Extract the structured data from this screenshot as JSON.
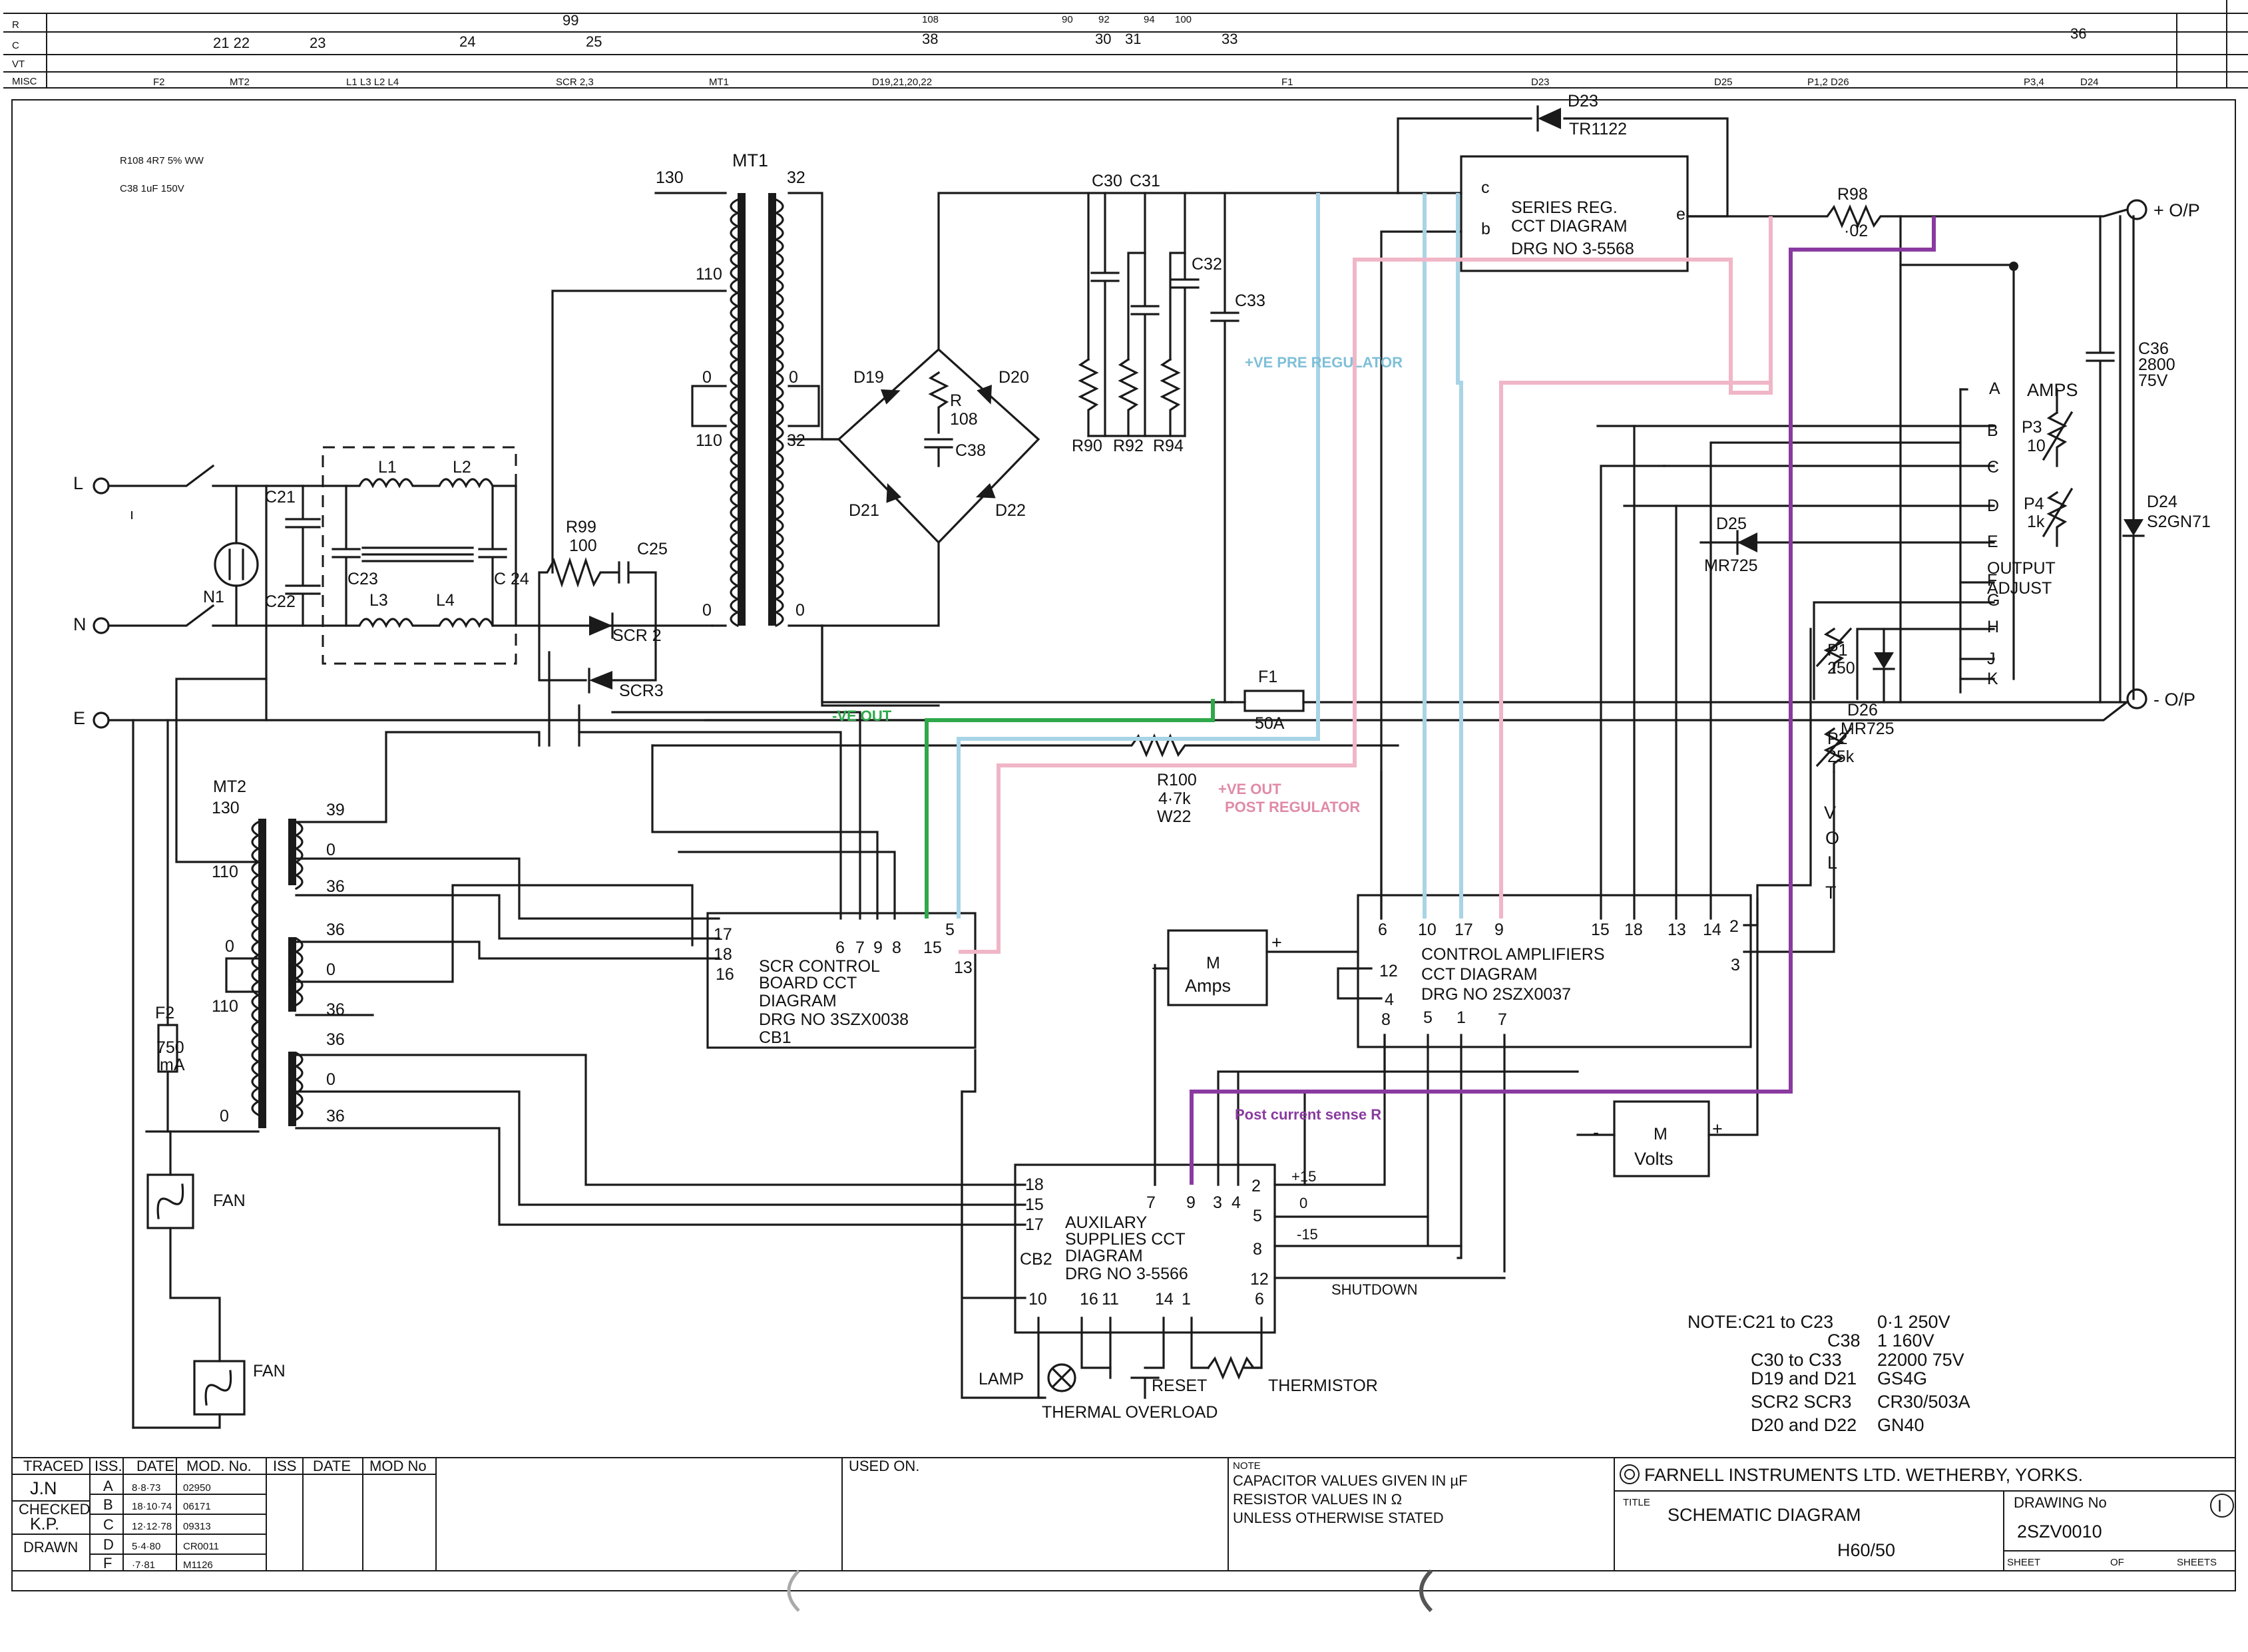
{
  "header": {
    "row_labels": [
      "R",
      "C",
      "VT",
      "MISC"
    ],
    "r_numbers": [
      "99",
      "108",
      "90",
      "92",
      "94",
      "100"
    ],
    "c_numbers": [
      "21 22",
      "23",
      "24",
      "25",
      "38",
      "30",
      "31",
      "33",
      "36"
    ],
    "misc_refs": [
      "F2",
      "MT2",
      "L1 L3  L2 L4",
      "SCR 2,3",
      "MT1",
      "D19,21,20,22",
      "F1",
      "D23",
      "D25",
      "P1,2  D26",
      "P3,4",
      "D24"
    ]
  },
  "handwritten_notes": [
    "R108 4R7 5% WW",
    "C38 1uF 150V"
  ],
  "annotations": {
    "pre_regulator": "+VE PRE REGULATOR",
    "ve_out": "-VE OUT",
    "post_regulator_1": "+VE OUT",
    "post_regulator_2": "POST REGULATOR",
    "current_sense": "Post current sense R",
    "colors": {
      "blue": "#a8d4e6",
      "green": "#2ea84a",
      "pink": "#f0b6c8",
      "purple": "#8a3aa0"
    }
  },
  "input": {
    "line": "L",
    "neutral": "N",
    "earth": "E",
    "neon": "N1"
  },
  "filter": {
    "caps": [
      "C21",
      "C22",
      "C23",
      "C 24"
    ],
    "chokes": [
      "L1",
      "L2",
      "L3",
      "L4"
    ]
  },
  "scr": {
    "r99": "R99",
    "r99_value": "100",
    "c25": "C25",
    "scr2": "SCR 2",
    "scr3": "SCR3"
  },
  "mt1": {
    "label": "MT1",
    "pins_left": [
      "130",
      "110",
      "0",
      "110",
      "0"
    ],
    "pins_right": [
      "32",
      "0",
      "32",
      "0"
    ]
  },
  "bridge": {
    "diodes": [
      "D19",
      "D20",
      "D21",
      "D22"
    ],
    "r108": "R",
    "r108_value": "108",
    "c38": "C38"
  },
  "caps": {
    "labels": [
      "C30",
      "C31",
      "C32",
      "C33"
    ],
    "resistors": [
      "R90",
      "R92",
      "R94"
    ]
  },
  "fuse1": {
    "label": "F1",
    "value": "50A"
  },
  "r100": {
    "label": "R100",
    "value": "4·7k",
    "type": "W22"
  },
  "series_reg": {
    "line1": "SERIES  REG.",
    "line2": "CCT  DIAGRAM",
    "line3": "DRG  NO  3-5568",
    "pin_c": "c",
    "pin_b": "b",
    "pin_e": "e"
  },
  "d23": {
    "label": "D23",
    "type": "TR1122"
  },
  "r98": {
    "label": "R98",
    "value": "·02"
  },
  "output": {
    "plus": "+ O/P",
    "minus": "- O/P"
  },
  "c36": {
    "label": "C36",
    "value": "2800",
    "voltage": "75V"
  },
  "d24": {
    "label": "D24",
    "type": "S2GN71"
  },
  "amps_adj": {
    "title": "AMPS",
    "p3": "P3",
    "p3_value": "10",
    "p4": "P4",
    "p4_value": "1k",
    "output_adjust_1": "OUTPUT",
    "output_adjust_2": "ADJUST"
  },
  "terminals": [
    "A",
    "B",
    "C",
    "D",
    "E",
    "F",
    "G",
    "H",
    "J",
    "K"
  ],
  "d25": {
    "label": "D25",
    "type": "MR725"
  },
  "d26": {
    "label": "D26",
    "type": "MR725"
  },
  "p1": {
    "label": "P1",
    "value": "250"
  },
  "p2": {
    "label": "P2",
    "value": "25k"
  },
  "volt_letters": [
    "V",
    "O",
    "L",
    "T"
  ],
  "mt2": {
    "label": "MT2",
    "pins_left": [
      "130",
      "110",
      "0",
      "110",
      "0"
    ],
    "pins_right": [
      "39",
      "0",
      "36",
      "36",
      "0",
      "36",
      "36",
      "0",
      "36"
    ]
  },
  "fuse2": {
    "label": "F2",
    "value_1": "750",
    "value_2": "mA"
  },
  "fans": [
    "FAN",
    "FAN"
  ],
  "scr_board": {
    "pins_top": [
      "6",
      "7",
      "9",
      "8",
      "15",
      "5",
      "13"
    ],
    "pins_left": [
      "17",
      "18",
      "16"
    ],
    "line1": "SCR  CONTROL",
    "line2": "BOARD  CCT",
    "line3": "DIAGRAM",
    "line4": "DRG  NO  3SZX0038",
    "line5": "CB1"
  },
  "meters": {
    "amps_m": "M",
    "amps": "Amps",
    "volts_m": "M",
    "volts": "Volts",
    "minus": "-",
    "plus": "+"
  },
  "control_amps": {
    "pins_top": [
      "6",
      "10",
      "17",
      "9",
      "15",
      "18",
      "13",
      "14"
    ],
    "pins_right": [
      "2",
      "3"
    ],
    "pins_left": [
      "12",
      "4"
    ],
    "pins_bottom": [
      "8",
      "5",
      "1",
      "7"
    ],
    "line1": "CONTROL  AMPLIFIERS",
    "line2": "CCT  DIAGRAM",
    "line3": "DRG  NO    2SZX0037"
  },
  "aux": {
    "pins_left": [
      "18",
      "15",
      "17"
    ],
    "pins_top": [
      "7",
      "9",
      "3",
      "4"
    ],
    "pins_right": [
      "2",
      "5",
      "8",
      "12"
    ],
    "pins_bottom": [
      "10",
      "16",
      "11",
      "14",
      "1",
      "6"
    ],
    "line1": "AUXILARY",
    "line2": "SUPPLIES  CCT",
    "line3": "DIAGRAM",
    "line4": "DRG  NO   3-5566",
    "cb2": "CB2",
    "hand_plus15": "+15",
    "hand_zero": "0",
    "hand_minus15": "-15",
    "hand_shutdown": "SHUTDOWN"
  },
  "bottom_parts": {
    "lamp": "LAMP",
    "reset": "RESET",
    "thermistor": "THERMISTOR",
    "thermal": "THERMAL OVERLOAD"
  },
  "note": {
    "rows": [
      [
        "NOTE:C21  to  C23",
        "0·1   250V"
      ],
      [
        "C38",
        "1     160V"
      ],
      [
        "C30  to  C33",
        "22000  75V"
      ],
      [
        "D19 and D21",
        "GS4G"
      ],
      [
        "SCR2  SCR3",
        "CR30/503A"
      ],
      [
        "D20 and D22",
        "GN40"
      ]
    ]
  },
  "title_block": {
    "headers": [
      "TRACED",
      "ISS.",
      "DATE",
      "MOD. No.",
      "ISS",
      "DATE",
      "MOD No"
    ],
    "traced_by": "J.N",
    "checked_label": "CHECKED",
    "checked_by": "K.P.",
    "drawn_label": "DRAWN",
    "issues": [
      "A",
      "B",
      "C",
      "D",
      "F"
    ],
    "dates": [
      "8·8·73",
      "18·10·74",
      "12·12·78",
      "5·4·80",
      "·7·81"
    ],
    "mods": [
      "02950",
      "06171",
      "09313",
      "CR0011",
      "M1126"
    ],
    "used_on": "USED ON.",
    "note_title": "NOTE",
    "note_1": "CAPACITOR VALUES GIVEN IN µF",
    "note_2": "RESISTOR VALUES IN Ω",
    "note_3": "UNLESS OTHERWISE STATED",
    "company": "FARNELL INSTRUMENTS LTD. WETHERBY, YORKS.",
    "title_label": "TITLE",
    "title": "SCHEMATIC DIAGRAM",
    "model": "H60/50",
    "drawing_label": "DRAWING No",
    "drawing_no": "2SZV0010",
    "sheet_label": "SHEET",
    "of_label": "OF",
    "sheets_label": "SHEETS",
    "issue_circle": "I"
  }
}
